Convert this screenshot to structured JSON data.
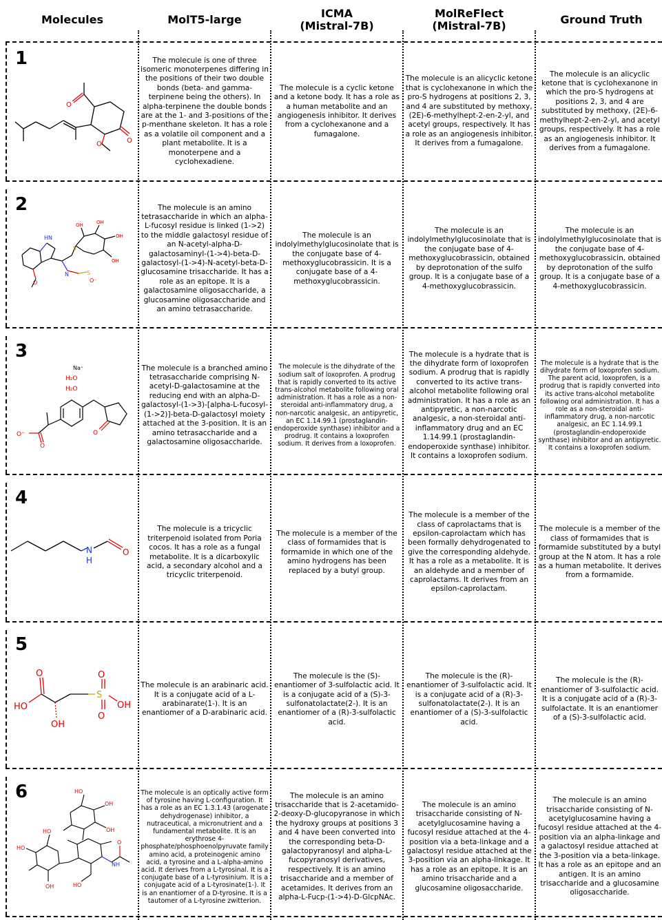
{
  "headers": {
    "molecules": "Molecules",
    "molt5": "MolT5-large",
    "icma": "ICMA\n(Mistral-7B)",
    "molreflect": "MolReFlect\n(Mistral-7B)",
    "ground_truth": "Ground Truth"
  },
  "atom_labels": {
    "o": "O",
    "oh": "OH",
    "ho": "HO",
    "h": "H",
    "n": "N",
    "nh": "NH",
    "nh2": "HN",
    "s": "S",
    "sna": "S",
    "na": "Na⁺",
    "h2o": "H₂O",
    "ominus": "O⁻",
    "oh_small": "OH",
    "o_small": "O",
    "n_small": "N",
    "s_small": "S",
    "ominus_small": "O⁻"
  },
  "rows": [
    {
      "number": "1",
      "molt5": "The molecule is one of three isomeric monoterpenes differing in the positions of their two double bonds (beta- and gamma-terpinene being the others). In alpha-terpinene the double bonds are at the 1- and 3-positions of the p-menthane skeleton. It has a role as a volatile oil component and a plant metabolite. It is a monoterpene and a cyclohexadiene.",
      "icma": "The molecule is a cyclic ketone and a ketone body. It has a role as a human metabolite and an angiogenesis inhibitor. It derives from a cyclohexanone and a fumagalone.",
      "molreflect": "The molecule is an alicyclic ketone that is cyclohexanone in which the pro-S hydrogens at positions 2, 3, and 4 are substituted by methoxy, (2E)-6-methylhept-2-en-2-yl, and acetyl groups, respectively. It has a role as an angiogenesis inhibitor. It derives from a fumagalone.",
      "ground_truth": "The molecule is an alicyclic ketone that is cyclohexanone in which the pro-S hydrogens at positions 2, 3, and 4 are substituted by methoxy, (2E)-6-methylhept-2-en-2-yl, and acetyl groups, respectively. It has a role as an angiogenesis inhibitor. It derives from a fumagalone."
    },
    {
      "number": "2",
      "molt5": "The molecule is an amino tetrasaccharide in which an alpha-L-fucosyl residue is linked (1->2) to the middle galactosyl residue of an N-acetyl-alpha-D-galactosaminyl-(1->4)-beta-D-galactosyl-(1->4)-N-acetyl-beta-D-glucosamine trisaccharide. It has a role as an epitope. It is a galactosamine oligosaccharide, a glucosamine oligosaccharide and an amino tetrasaccharide.",
      "icma": "The molecule is an indolylmethylglucosinolate that is the conjugate base of 4-methoxyglucobrassicin. It is a conjugate base of a 4-methoxyglucobrassicin.",
      "molreflect": "The molecule is an indolylmethylglucosinolate that is the conjugate base of 4-methoxyglucobrassicin, obtained by deprotonation of the sulfo group. It is a conjugate base of a 4-methoxyglucobrassicin.",
      "ground_truth": "The molecule is an indolylmethylglucosinolate that is the conjugate base of 4-methoxyglucobrassicin, obtained by deprotonation of the sulfo group. It is a conjugate base of a 4-methoxyglucobrassicin."
    },
    {
      "number": "3",
      "molt5": "The molecule is a branched amino tetrasaccharide comprising N-acetyl-D-galactosamine at the reducing end with an alpha-D-galactosyl-(1->3)-[alpha-L-fucosyl-(1->2)]-beta-D-galactosyl moiety attached at the 3-position. It is an amino tetrasaccharide and a galactosamine oligosaccharide.",
      "icma": "The molecule is the dihydrate of the sodium salt of loxoprofen. A prodrug that is rapidly converted to its active trans-alcohol metabolite following oral administration. It has a role as a non-steroidal anti-inflammatory drug, a non-narcotic analgesic, an antipyretic, an EC 1.14.99.1 (prostaglandin-endoperoxide synthase) inhibitor and a prodrug. It contains a loxoprofen sodium. It derives from a loxoprofen.",
      "molreflect": "The molecule is a hydrate that is the dihydrate form of loxoprofen sodium. A prodrug that is rapidly converted to its active trans-alcohol metabolite following oral administration. It has a role as an antipyretic, a non-narcotic analgesic, a non-steroidal anti-inflammatory drug and an EC 1.14.99.1 (prostaglandin-endoperoxide synthase) inhibitor. It contains a loxoprofen sodium.",
      "ground_truth": "The molecule is a hydrate that is the dihydrate form of loxoprofen sodium. The parent acid, loxoprofen, is a prodrug that is rapidly converted into its active trans-alcohol metabolite following oral administration. It has a role as a non-steroidal anti-inflammatory drug, a non-narcotic analgesic, an EC 1.14.99.1 (prostaglandin-endoperoxide synthase) inhibitor and an antipyretic. It contains a loxoprofen sodium."
    },
    {
      "number": "4",
      "molt5": "The molecule is a tricyclic triterpenoid isolated from Poria cocos. It has a role as a fungal metabolite. It is a dicarboxylic acid, a secondary alcohol and a tricyclic triterpenoid.",
      "icma": "The molecule is a member of the class of formamides that is formamide in which one of the amino hydrogens has been replaced by a butyl group.",
      "molreflect": "The molecule is a member of the class of caprolactams that is epsilon-caprolactam which has been formally dehydrogenated to give the corresponding aldehyde. It has a role as a metabolite. It is an aldehyde and a member of caprolactams. It derives from an epsilon-caprolactam.",
      "ground_truth": "The molecule is a member of the class of formamides that is formamide substituted by a butyl group at the N atom. It has a role as a human metabolite. It derives from a formamide."
    },
    {
      "number": "5",
      "molt5": "The molecule is an arabinaric acid. It is a conjugate acid of a L-arabinarate(1-). It is an enantiomer of a D-arabinaric acid.",
      "icma": "The molecule is the (S)-enantiomer of 3-sulfolactic acid. It is a conjugate acid of a (S)-3-sulfonatolactate(2-). It is an enantiomer of a (R)-3-sulfolactic acid.",
      "molreflect": "The molecule is the (R)-enantiomer of 3-sulfolactic acid. It is a conjugate acid of a (R)-3-sulfonatolactate(2-). It is an enantiomer of a (S)-3-sulfolactic acid.",
      "ground_truth": "The molecule is the (R)-enantiomer of 3-sulfolactic acid. It is a conjugate acid of a (R)-3-sulfolactate. It is an enantiomer of a (S)-3-sulfolactic acid."
    },
    {
      "number": "6",
      "molt5": "The molecule is an optically active form of tyrosine having L-configuration. It has a role as an EC 1.3.1.43 (arogenate dehydrogenase) inhibitor, a nutraceutical, a micronutrient and a fundamental metabolite. It is an erythrose 4-phosphate/phosphoenolpyruvate family amino acid, a proteinogenic amino acid, a tyrosine and a L-alpha-amino acid. It derives from a L-tyrosinal. It is a conjugate base of a L-tyrosinium. It is a conjugate acid of a L-tyrosinate(1-). It is an enantiomer of a D-tyrosine. It is a tautomer of a L-tyrosine zwitterion.",
      "icma": "The molecule is an amino trisaccharide that is 2-acetamido-2-deoxy-D-glucopyranose in which the hydroxy groups at positions 3 and 4 have been converted into the corresponding beta-D-galactopyranosyl and alpha-L-fucopyranosyl derivatives, respectively. It is an amino trisaccharide and a member of acetamides. It derives from an alpha-L-Fucp-(1->4)-D-GlcpNAc.",
      "molreflect": "The molecule is an amino trisaccharide consisting of N-acetylglucosamine having a fucosyl residue attached at the 4-position via a beta-linkage and a galactosyl residue attached at the 3-position via an alpha-linkage. It has a role as an epitope. It is an amino trisaccharide and a glucosamine oligosaccharide.",
      "ground_truth": "The molecule is an amino trisaccharide consisting of N-acetylglucosamine having a fucosyl residue attached at the 4-position via an alpha-linkage and a galactosyl residue attached at the 3-position via a beta-linkage. It has a role as an epitope and an antigen. It is an amino trisaccharide and a glucosamine oligosaccharide."
    }
  ]
}
